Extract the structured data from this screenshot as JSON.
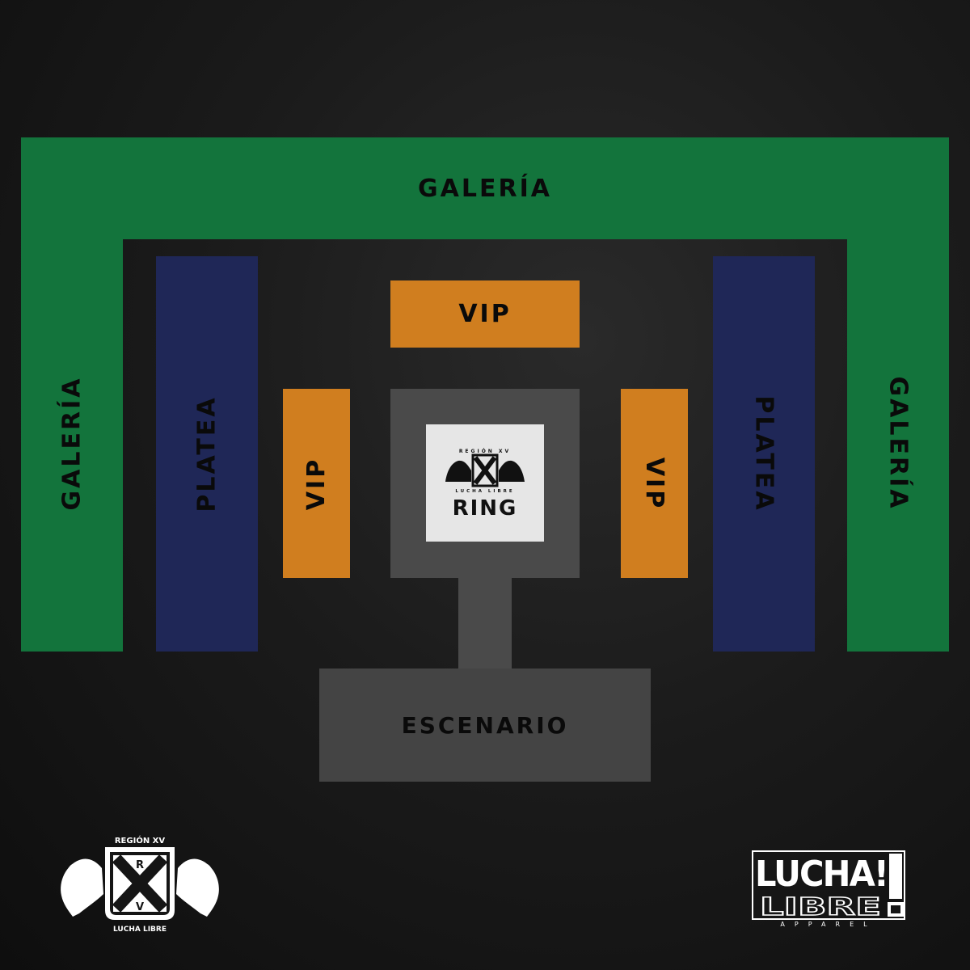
{
  "seating_map": {
    "galeria_top": "GALERÍA",
    "galeria_left": "GALERÍA",
    "galeria_right": "GALERÍA",
    "platea_left": "PLATEA",
    "platea_right": "PLATEA",
    "vip_top": "VIP",
    "vip_left": "VIP",
    "vip_right": "VIP",
    "ring": "RING",
    "escenario": "ESCENARIO"
  },
  "colors": {
    "galeria": "#13743c",
    "platea": "#1f2757",
    "vip": "#d07e1f",
    "ring_area": "#4a4a4a",
    "ring": "#e6e6e6",
    "escenario": "#444444"
  },
  "logos": {
    "region_xv": {
      "top_text": "REGIÓN XV",
      "bottom_text": "LUCHA LIBRE",
      "letters": [
        "R",
        "X",
        "V"
      ]
    },
    "lucha_libre_apparel": {
      "line1": "LUCHA!",
      "line2": "LIBRE",
      "line3": "APPAREL"
    }
  }
}
